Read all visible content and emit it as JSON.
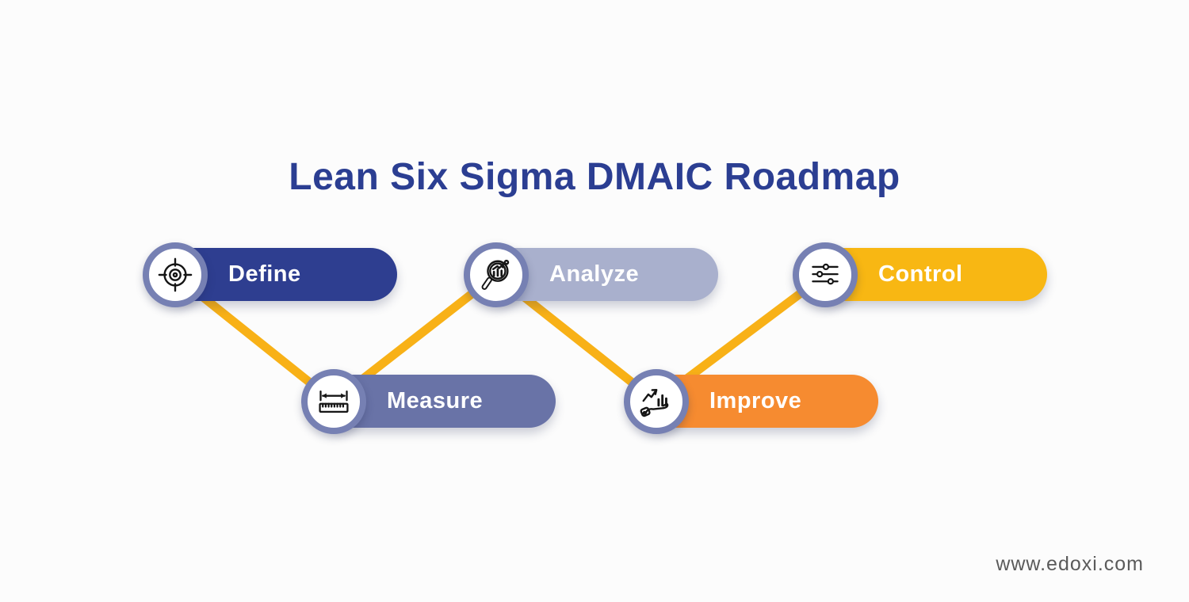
{
  "title": "Lean Six Sigma DMAIC Roadmap",
  "title_color": "#2b3e92",
  "footer": {
    "website": "www.edoxi.com"
  },
  "connector": {
    "color": "#f8b117",
    "style": "zigzag",
    "flow": [
      "Define",
      "Measure",
      "Analyze",
      "Improve",
      "Control"
    ]
  },
  "badge_ring_color": "#7680b3",
  "stages": [
    {
      "id": "define",
      "label": "Define",
      "color": "#2e3e90",
      "row": "top",
      "icon": "target-icon"
    },
    {
      "id": "measure",
      "label": "Measure",
      "color": "#6973a7",
      "row": "bottom",
      "icon": "ruler-icon"
    },
    {
      "id": "analyze",
      "label": "Analyze",
      "color": "#a9b0cd",
      "row": "top",
      "icon": "magnifier-chart-icon"
    },
    {
      "id": "improve",
      "label": "Improve",
      "color": "#f68b30",
      "row": "bottom",
      "icon": "growth-hand-icon"
    },
    {
      "id": "control",
      "label": "Control",
      "color": "#f8b713",
      "row": "top",
      "icon": "sliders-icon"
    }
  ]
}
